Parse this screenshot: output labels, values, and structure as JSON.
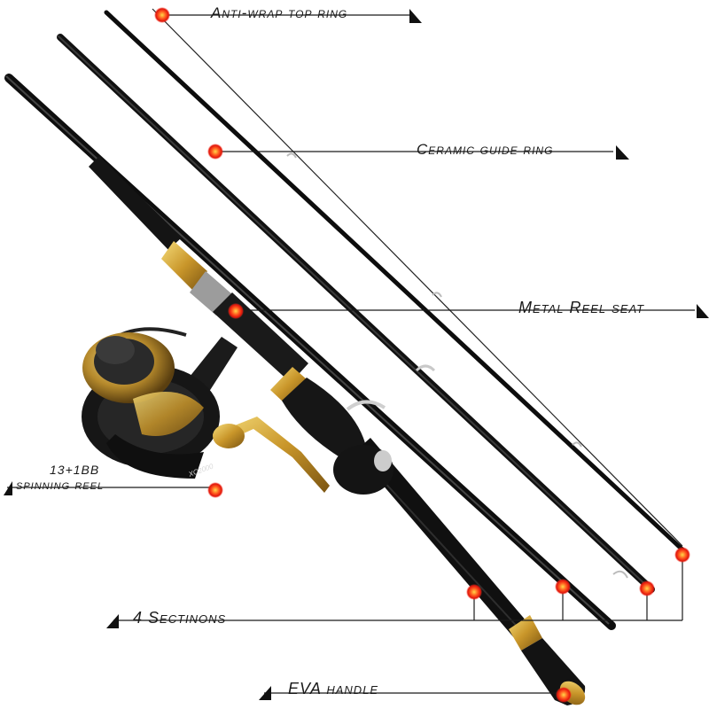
{
  "callouts": {
    "top_ring": "Anti-wrap top ring",
    "guide_ring": "Ceramic guide ring",
    "reel_seat": "Metal Reel seat",
    "reel_line1": "13+1BB",
    "reel_line2": "spinning reel",
    "sections": "4 Sectinons",
    "handle": "EVA handle"
  },
  "reel_model": "XC2000",
  "colors": {
    "rod": "#151515",
    "gold": "#c9a23a",
    "marker": "#ff3b1f",
    "line": "#111111"
  }
}
